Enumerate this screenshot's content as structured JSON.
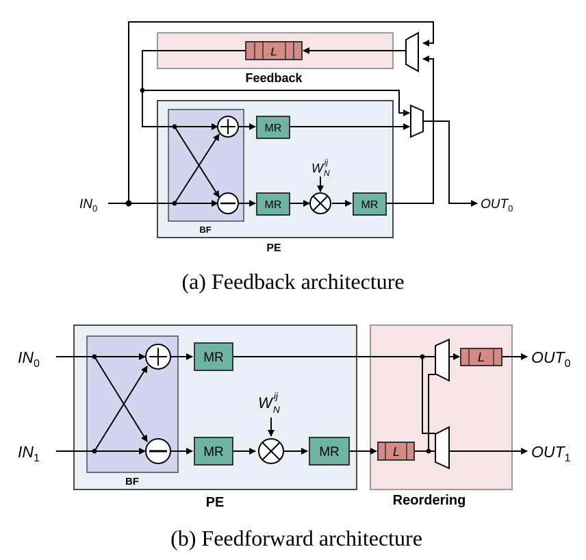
{
  "colors": {
    "pe_fill": "#e9eff7",
    "bf_fill": "#d3d5ef",
    "feedback_fill": "#f6e4e6",
    "mr_fill": "#6fb3a6",
    "buffer_fill": "#d68a85"
  },
  "diagram_a": {
    "caption": "(a) Feedback architecture",
    "feedback_label": "Feedback",
    "buffer_label": "L",
    "pe_label": "PE",
    "bf_label": "BF",
    "mr_labels": [
      "MR",
      "MR",
      "MR"
    ],
    "twiddle": {
      "base": "W",
      "sub": "N",
      "sup": "ij"
    },
    "input": {
      "base": "IN",
      "sub": "0"
    },
    "output": {
      "base": "OUT",
      "sub": "0"
    }
  },
  "diagram_b": {
    "caption": "(b) Feedforward architecture",
    "pe_label": "PE",
    "bf_label": "BF",
    "reordering_label": "Reordering",
    "mr_labels": [
      "MR",
      "MR",
      "MR"
    ],
    "buffer_labels": [
      "L",
      "L"
    ],
    "twiddle": {
      "base": "W",
      "sub": "N",
      "sup": "ij"
    },
    "inputs": [
      {
        "base": "IN",
        "sub": "0"
      },
      {
        "base": "IN",
        "sub": "1"
      }
    ],
    "outputs": [
      {
        "base": "OUT",
        "sub": "0"
      },
      {
        "base": "OUT",
        "sub": "1"
      }
    ]
  }
}
